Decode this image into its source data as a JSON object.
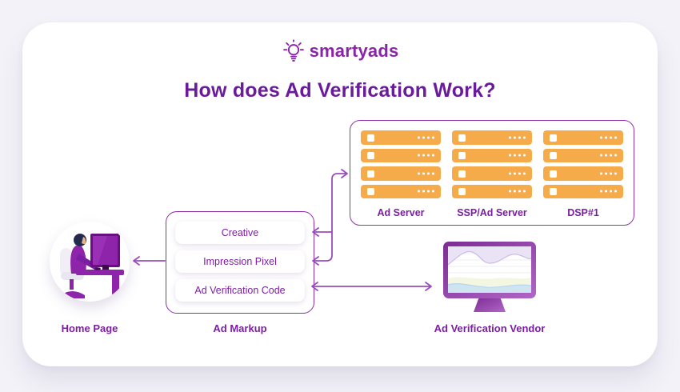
{
  "logo": {
    "icon": "lightbulb-icon",
    "text": "smartyads"
  },
  "page": {
    "title": "How does Ad Verification Work?"
  },
  "servers": {
    "columns": [
      {
        "label": "Ad Server",
        "racks": 4
      },
      {
        "label": "SSP/Ad Server",
        "racks": 4
      },
      {
        "label": "DSP#1",
        "racks": 4
      }
    ]
  },
  "ad_markup": {
    "label": "Ad Markup",
    "items": [
      "Creative",
      "Impression Pixel",
      "Ad Verification Code"
    ]
  },
  "home_page": {
    "label": "Home Page"
  },
  "vendor": {
    "label": "Ad Verification Vendor"
  },
  "colors": {
    "background": "#f3f2f8",
    "card": "#ffffff",
    "title_purple": "#6a1b9a",
    "label_purple": "#7b1fa2",
    "border_purple": "#9333ab",
    "arrow_purple": "#9a4cbc",
    "rack_orange": "#f6ab4a",
    "monitor_gradient_start": "#7c2b93",
    "monitor_gradient_end": "#b066c6"
  }
}
